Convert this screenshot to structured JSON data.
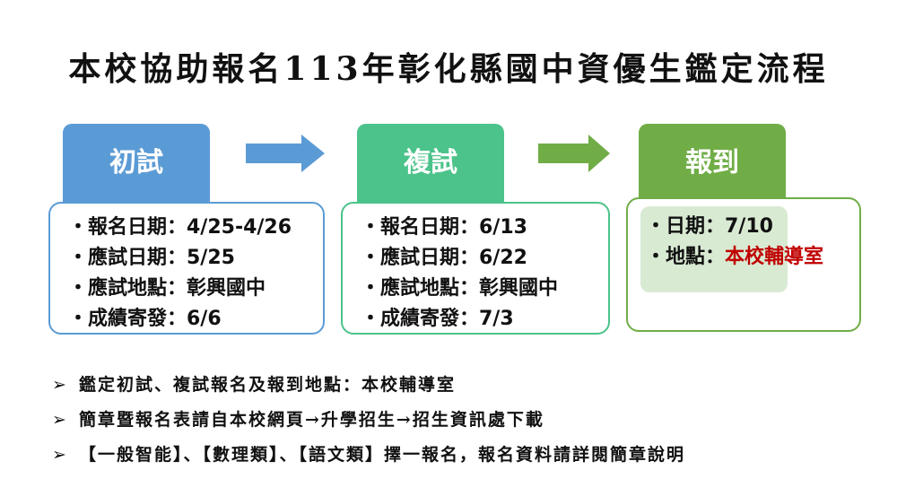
{
  "title": "本校協助報名113年彰化縣國中資優生鑑定流程",
  "colors": {
    "step1": "#5b9bd5",
    "step2": "#4cc38a",
    "step3": "#70ad47",
    "step3_inner": "#d9ead3",
    "highlight": "#c00000"
  },
  "steps": [
    {
      "label": "初試",
      "items": [
        "報名日期：4/25-4/26",
        "應試日期：5/25",
        "應試地點：彰興國中",
        "成績寄發：6/6"
      ]
    },
    {
      "label": "複試",
      "items": [
        "報名日期：6/13",
        "應試日期：6/22",
        "應試地點：彰興國中",
        "成績寄發：7/3"
      ]
    },
    {
      "label": "報到",
      "items": [
        "日期：7/10",
        "地點："
      ],
      "location_highlight": "本校輔導室"
    }
  ],
  "bullet": "・",
  "note_mark": "➢",
  "notes": [
    "鑑定初試、複試報名及報到地點：本校輔導室",
    "簡章暨報名表請自本校網頁→升學招生→招生資訊處下載",
    "【一般智能】、【數理類】、【語文類】擇一報名，報名資料請詳閱簡章說明"
  ]
}
